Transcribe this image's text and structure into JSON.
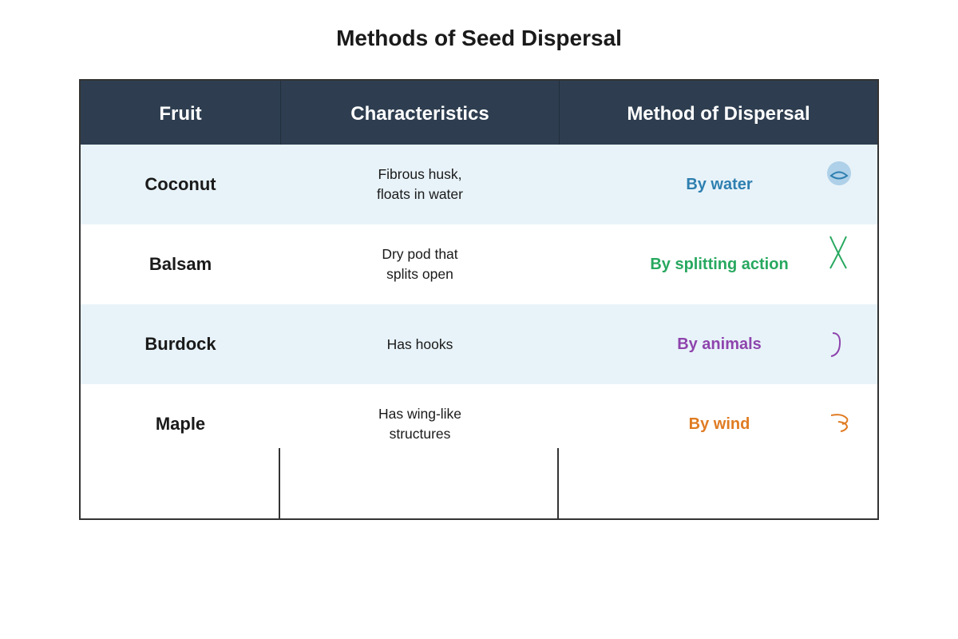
{
  "title": "Methods of Seed Dispersal",
  "columns": [
    "Fruit",
    "Characteristics",
    "Method of Dispersal"
  ],
  "rows": [
    {
      "fruit": "Coconut",
      "characteristics": "Fibrous husk,\nfloats in water",
      "method": "By water",
      "method_color": "#2e7fb0",
      "icon": "water-drop-icon"
    },
    {
      "fruit": "Balsam",
      "characteristics": "Dry pod that\nsplits open",
      "method": "By splitting action",
      "method_color": "#27a85f",
      "icon": "split-pod-icon"
    },
    {
      "fruit": "Burdock",
      "characteristics": "Has hooks",
      "method": "By animals",
      "method_color": "#8e44ad",
      "icon": "hook-icon"
    },
    {
      "fruit": "Maple",
      "characteristics": "Has wing-like\nstructures",
      "method": "By wind",
      "method_color": "#e07b22",
      "icon": "wind-swirl-icon"
    }
  ],
  "colors": {
    "header_bg": "#2e3e50",
    "shaded_row": "#e8f3f9",
    "border": "#333333"
  }
}
